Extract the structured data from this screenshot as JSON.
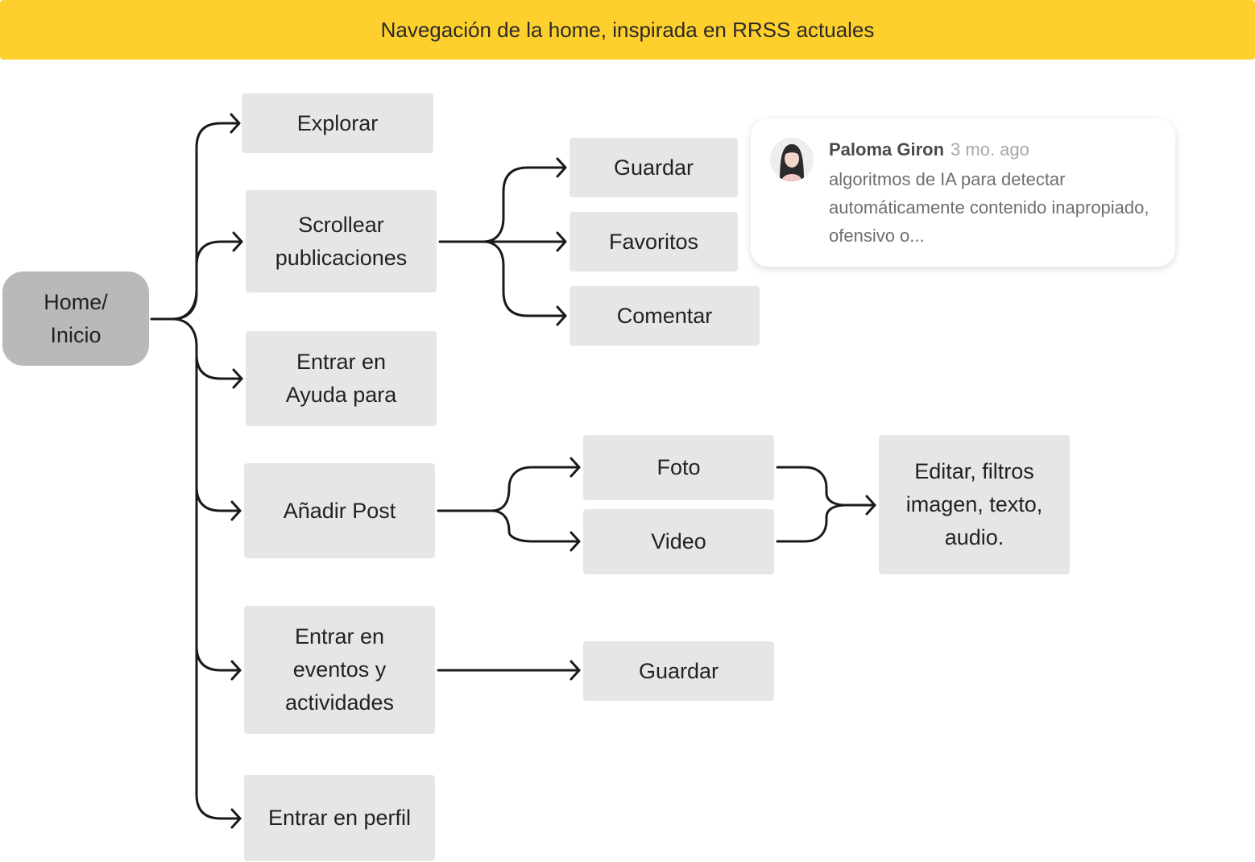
{
  "header": {
    "title": "Navegación de la home, inspirada en RRSS actuales"
  },
  "colors": {
    "banner": "#fdd02d",
    "node": "#e6e6e6",
    "root": "#b9b9b9",
    "line": "#1a1a1a"
  },
  "nodes": {
    "home": "Home/\nInicio",
    "explorar": "Explorar",
    "scrollear": "Scrollear\npublicaciones",
    "ayuda": "Entrar en\nAyuda para",
    "anadir": "Añadir Post",
    "eventos": "Entrar en\neventos y\nactividades",
    "perfil": "Entrar en perfil",
    "guardar1": "Guardar",
    "favoritos": "Favoritos",
    "comentar": "Comentar",
    "foto": "Foto",
    "video": "Video",
    "editar": "Editar, filtros\nimagen, texto,\naudio.",
    "guardar2": "Guardar"
  },
  "comment": {
    "author": "Paloma Giron",
    "time": "3 mo. ago",
    "text": "algoritmos de IA para detectar automáticamente contenido inapropiado, ofensivo o..."
  }
}
